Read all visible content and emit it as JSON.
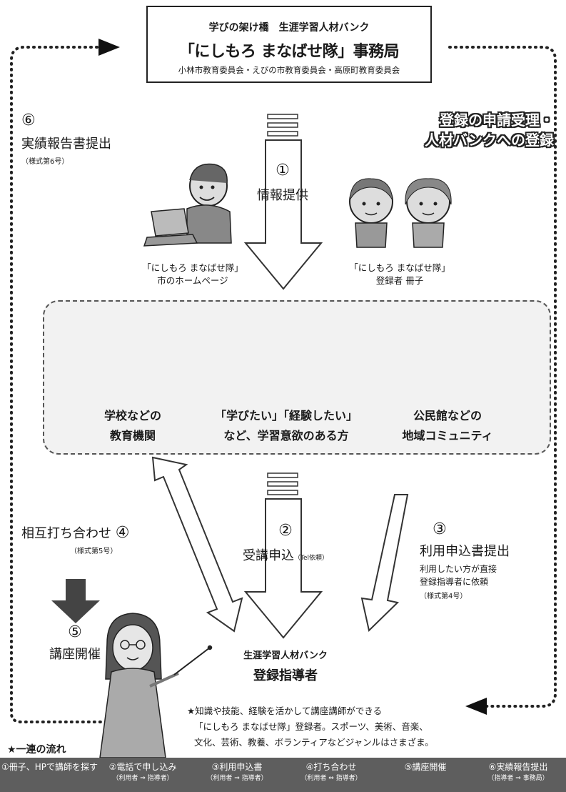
{
  "header": {
    "subtitle": "学びの架け橋　生涯学習人材バンク",
    "title": "「にしもろ まなばせ隊」事務局",
    "members": "小林市教育委員会・えびの市教育委員会・高原町教育委員会"
  },
  "badge": {
    "line1": "登録の申請受理・",
    "line2": "人材バンクへの登録"
  },
  "step6": {
    "num": "⑥",
    "label": "実績報告書提出",
    "form": "（様式第6号）"
  },
  "step1": {
    "num": "①",
    "label": "情報提供"
  },
  "sources": {
    "web_line1": "「にしもろ まなばせ隊」",
    "web_line2": "市のホームページ",
    "book_line1": "「にしもろ まなばせ隊」",
    "book_line2": "登録者 冊子"
  },
  "groups": {
    "school_line1": "学校などの",
    "school_line2": "教育機関",
    "learners_line1": "「学びたい」「経験したい」",
    "learners_line2": "など、学習意欲のある方",
    "community_line1": "公民館などの",
    "community_line2": "地域コミュニティ"
  },
  "step4": {
    "label": "相互打ち合わせ",
    "num": "④",
    "form": "（様式第5号）"
  },
  "step2": {
    "num": "②",
    "label": "受講申込",
    "note": "（Tel依頼）"
  },
  "step3": {
    "num": "③",
    "label": "利用申込書提出",
    "desc1": "利用したい方が直接",
    "desc2": "登録指導者に依頼",
    "form": "（様式第4号）"
  },
  "step5": {
    "num": "⑤",
    "label": "講座開催"
  },
  "instructor": {
    "line1": "生涯学習人材バンク",
    "line2": "登録指導者"
  },
  "note": {
    "line1": "★知識や技能、経験を活かして講座講師ができる",
    "line2": "「にしもろ まなばせ隊」登録者。スポーツ、美術、音楽、",
    "line3": "文化、芸術、教養、ボランティアなどジャンルはさまざま。"
  },
  "flow_title": "★一連の流れ",
  "flow_steps": [
    {
      "label": "①冊子、HPで講師を探す",
      "sub": ""
    },
    {
      "label": "②電話で申し込み",
      "sub": "（利用者 ⇒ 指導者）"
    },
    {
      "label": "③利用申込書",
      "sub": "（利用者 ⇒ 指導者）"
    },
    {
      "label": "④打ち合わせ",
      "sub": "（利用者 ⇔ 指導者）"
    },
    {
      "label": "⑤講座開催",
      "sub": ""
    },
    {
      "label": "⑥実績報告提出",
      "sub": "（指導者 ⇒ 事務局）"
    }
  ]
}
